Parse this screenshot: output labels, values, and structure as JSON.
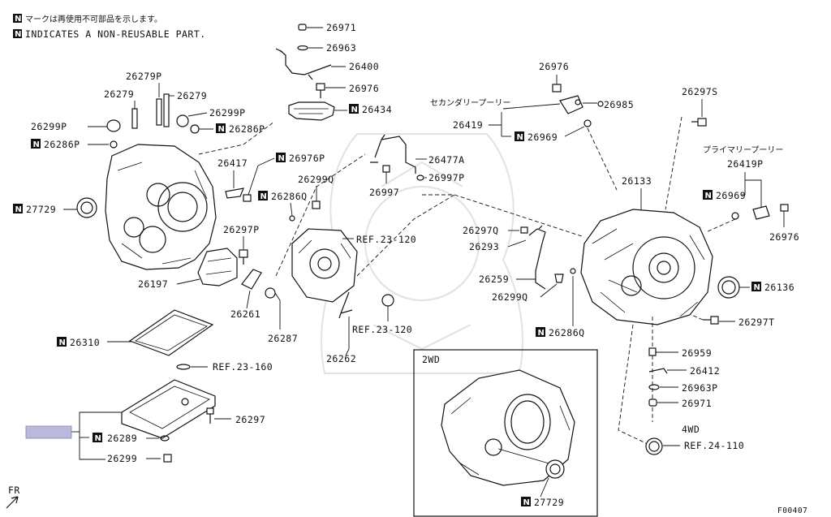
{
  "legend": {
    "mark": "N",
    "jp_note": "マークは再使用不可部品を示します。",
    "en_note": "INDICATES A NON-REUSABLE PART."
  },
  "labels": {
    "p26971_top": "26971",
    "p26963": "26963",
    "p26400": "26400",
    "p26976_top": "26976",
    "p26434": "26434",
    "p26279p": "26279P",
    "p26279_left": "26279",
    "p26279_right": "26279",
    "p26299p_right": "26299P",
    "p26299p_left": "26299P",
    "p26286p_right": "26286P",
    "p26286p_left": "26286P",
    "p26417": "26417",
    "p26976p": "26976P",
    "p26299q_mid": "26299Q",
    "p26286q_mid": "26286Q",
    "p27729_left": "27729",
    "p26297p": "26297P",
    "p26197": "26197",
    "p26261": "26261",
    "p26287": "26287",
    "p26310": "26310",
    "ref_23_160": "REF.23-160",
    "p26297": "26297",
    "p26289": "26289",
    "p26299": "26299",
    "fr": "FR",
    "secondary_pulley": "セカンダリープーリー",
    "p26419": "26419",
    "p26969_left": "26969",
    "p26976_mid": "26976",
    "p26985": "26985",
    "p26477a": "26477A",
    "p26997p": "26997P",
    "p26997": "26997",
    "ref_23_120_top": "REF.23-120",
    "ref_23_120_bottom": "REF.23-120",
    "p26262": "26262",
    "p26297q": "26297Q",
    "p26293": "26293",
    "p26259": "26259",
    "p26299q_lower": "26299Q",
    "p26286q_lower": "26286Q",
    "p26133": "26133",
    "p26297s": "26297S",
    "primary_pulley": "プライマリープーリー",
    "p26419p": "26419P",
    "p26969_right": "26969",
    "p26976_right": "26976",
    "p26136": "26136",
    "p26297t": "26297T",
    "p26959": "26959",
    "p26412": "26412",
    "p26963p": "26963P",
    "p26971_bottom": "26971",
    "wd4": "4WD",
    "ref_24_110": "REF.24-110",
    "wd2": "2WD",
    "p27729_inset": "27729",
    "figure_code": "F00407"
  },
  "colors": {
    "ink": "#111111",
    "highlight": "#b9b9dd",
    "watermark": "#e2e2e2"
  }
}
